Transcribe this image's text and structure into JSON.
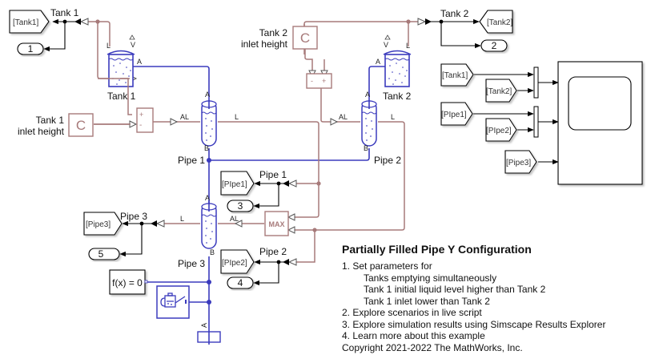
{
  "colors": {
    "physical_line": "#3b3bbd",
    "signal_line_ps": "#a77a7a",
    "signal_line": "#000000",
    "background": "#ffffff"
  },
  "blocks": {
    "tank1": {
      "label": "Tank 1",
      "port_top_left": "L",
      "port_top_right": "V",
      "port_side": "A"
    },
    "tank2": {
      "label": "Tank 2",
      "port_top_left": "L",
      "port_top_right": "V",
      "port_side": "A"
    },
    "pipe1": {
      "label": "Pipe 1",
      "port_a": "A",
      "port_b": "B",
      "port_al": "AL",
      "port_l": "L"
    },
    "pipe2": {
      "label": "Pipe 2",
      "port_a": "A",
      "port_b": "B",
      "port_al": "AL",
      "port_l": "L"
    },
    "pipe3": {
      "label": "Pipe 3",
      "port_a": "A",
      "port_b": "B",
      "port_al": "AL",
      "port_l": "L"
    },
    "tank1_inlet": {
      "label_line1": "Tank 1",
      "label_line2": "inlet height",
      "glyph": "C"
    },
    "tank2_inlet": {
      "label_line1": "Tank 2",
      "label_line2": "inlet height",
      "glyph": "C"
    },
    "sum1": {
      "sign_top": "+",
      "sign_bottom": "-"
    },
    "sum2": {
      "sign_left": "-",
      "sign_right": "+"
    },
    "max": {
      "glyph": "MAX"
    },
    "solver": {
      "label": "f(x) = 0"
    },
    "reservoir": {
      "port": "A"
    },
    "scope": {
      "label": ""
    }
  },
  "signals": {
    "tank1": "Tank 1",
    "tank2": "Tank 2",
    "pipe1": "Pipe 1",
    "pipe2": "Pipe 2",
    "pipe3": "Pipe 3"
  },
  "goto_tags": {
    "tank1": "[Tank1]",
    "tank2": "[Tank2]",
    "pipe1": "[PIpe1]",
    "pipe2": "[PIpe2]",
    "pipe3": "[Pipe3]"
  },
  "from_tags": {
    "tank1": "[Tank1]",
    "tank2": "[Tank2]",
    "pipe1": "[PIpe1]",
    "pipe2": "[PIpe2]",
    "pipe3": "[Pipe3]"
  },
  "outports": [
    "1",
    "2",
    "3",
    "4",
    "5"
  ],
  "annotation": {
    "title": "Partially Filled Pipe  Y Configuration",
    "lines": [
      {
        "text": "1. Set parameters for",
        "indent": false,
        "link": true
      },
      {
        "text": "Tanks emptying simultaneously",
        "indent": true,
        "link": true
      },
      {
        "text": "Tank 1 initial liquid level higher than Tank 2",
        "indent": true,
        "link": true
      },
      {
        "text": "Tank 1 inlet lower than Tank 2",
        "indent": true,
        "link": true
      },
      {
        "text": "2. Explore scenarios in live script",
        "indent": false,
        "link": true
      },
      {
        "text": "3. Explore simulation results using Simscape Results Explorer",
        "indent": false,
        "link": true
      },
      {
        "text": "4. Learn more about this example",
        "indent": false,
        "link": true
      },
      {
        "text": "Copyright 2021-2022 The MathWorks, Inc.",
        "indent": false,
        "link": false
      }
    ]
  }
}
